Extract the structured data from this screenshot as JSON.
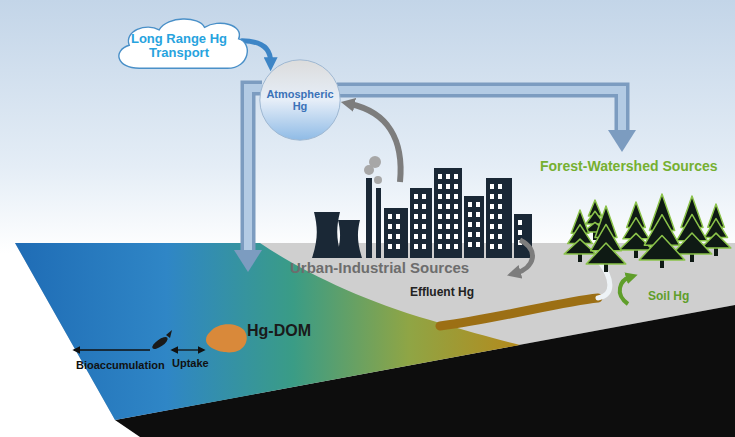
{
  "diagram": {
    "nodes": [
      {
        "text": [
          "Long Range Hg Transport"
        ]
      },
      {
        "text": [
          "Atmospheric Hg"
        ]
      }
    ],
    "edges": [
      {
        "from": 0,
        "to": 1,
        "arrow": "to"
      }
    ],
    "labels": [
      "Urban-Industrial Sources",
      "Forest-Watershed Sources",
      "Effluent Hg",
      "Soil Hg",
      "Hg-DOM",
      "Uptake",
      "Bioaccumulation"
    ]
  }
}
